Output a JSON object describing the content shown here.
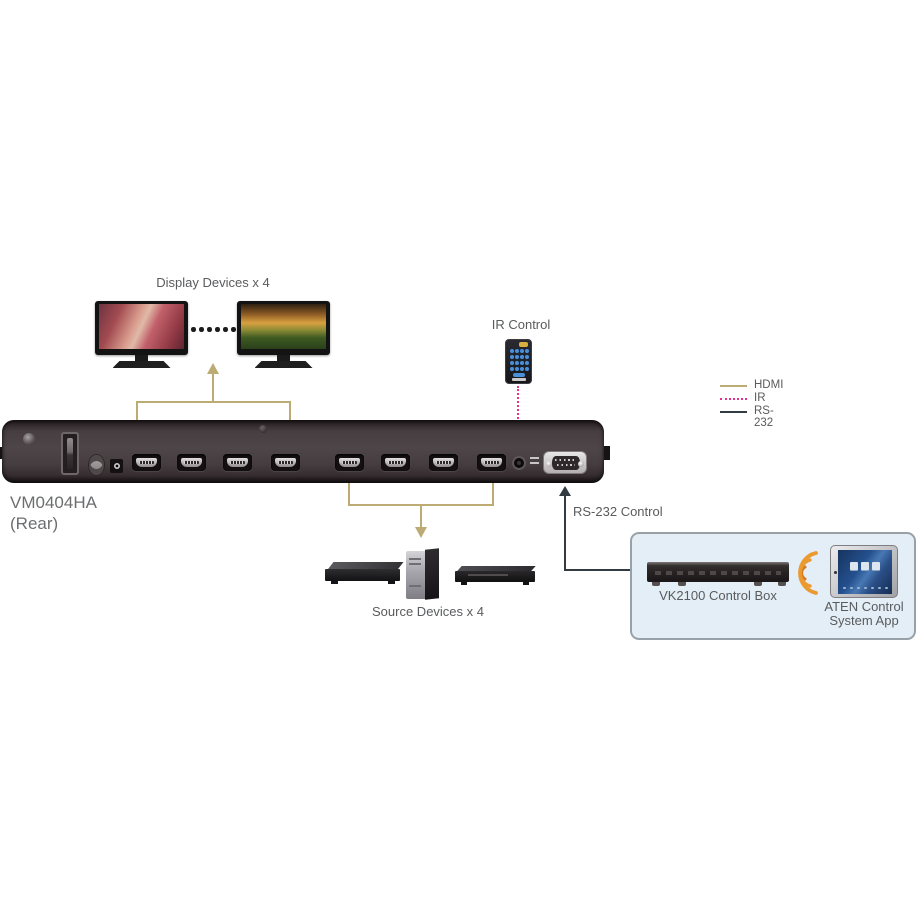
{
  "labels": {
    "display_devices": "Display Devices x 4",
    "ir_control": "IR Control",
    "source_devices": "Source Devices x 4",
    "rs232_control": "RS-232 Control",
    "vk2100": "VK2100 Control Box",
    "app_line1": "ATEN Control",
    "app_line2": "System App",
    "device_model": "VM0404HA",
    "device_view": "(Rear)"
  },
  "legend": {
    "items": [
      {
        "label": "HDMI",
        "line_style": "solid",
        "color": "#bcab72"
      },
      {
        "label": "IR",
        "line_style": "dotted",
        "color": "#e5318f"
      },
      {
        "label": "RS-232",
        "line_style": "solid",
        "color": "#333b42"
      }
    ]
  },
  "device": {
    "model": "VM0404HA",
    "view": "Rear",
    "hdmi_ports_total": 8,
    "hdmi_outputs": 4,
    "hdmi_inputs": 4,
    "other_ports": [
      "grounding-screw",
      "power-switch",
      "ac-socket",
      "dc-power-jack",
      "ir-port",
      "rs232-db9-port"
    ]
  },
  "icons": {
    "display": "monitor-icon",
    "ir_remote": "remote-control-icon",
    "sources": [
      "av-player-icon",
      "tower-pc-icon",
      "dvd-player-icon"
    ],
    "wireless": "wifi-signal-icon",
    "tablet": "tablet-icon"
  },
  "colors": {
    "hdmi_line": "#bcab72",
    "ir_line": "#e5318f",
    "rs232_line": "#333b42",
    "panel_fill": "#e3eef6",
    "panel_border": "#97a1a7",
    "wifi_orange": "#ea9a2e",
    "label_text": "#5a5b5d"
  }
}
